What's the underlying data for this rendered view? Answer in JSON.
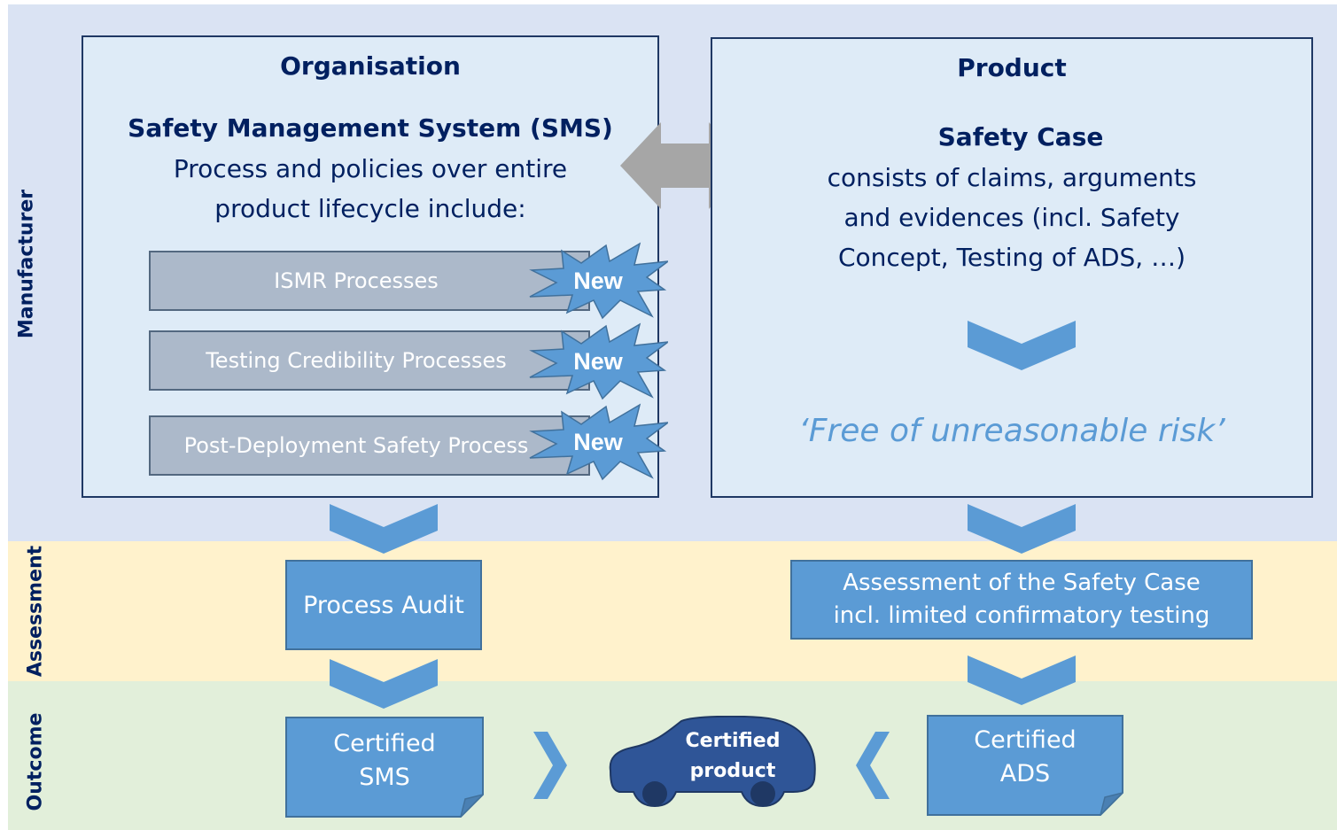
{
  "bands": {
    "manufacturer": "Manufacturer",
    "assessment": "Assessment",
    "outcome": "Outcome"
  },
  "organisation": {
    "title": "Organisation",
    "subtitle": "Safety Management System (SMS)",
    "line1": "Process and policies over entire",
    "line2": "product lifecycle include:",
    "processes": [
      {
        "label": "ISMR Processes",
        "badge": "New"
      },
      {
        "label": "Testing Credibility Processes",
        "badge": "New"
      },
      {
        "label": "Post-Deployment Safety Process",
        "badge": "New"
      }
    ]
  },
  "product": {
    "title": "Product",
    "subtitle": "Safety Case",
    "line1": "consists of claims, arguments",
    "line2": "and evidences (incl. Safety",
    "line3": "Concept, Testing of ADS, …)",
    "conclusion": "‘Free of unreasonable risk’"
  },
  "assessment": {
    "left": "Process Audit",
    "right_line1": "Assessment of the Safety Case",
    "right_line2": "incl. limited confirmatory testing"
  },
  "outcome": {
    "left_line1": "Certified",
    "left_line2": "SMS",
    "center_line1": "Certified",
    "center_line2": "product",
    "right_line1": "Certified",
    "right_line2": "ADS"
  },
  "colors": {
    "manufacturer_band": "#dae3f3",
    "assessment_band": "#fff2cc",
    "outcome_band": "#e2efda",
    "accent": "#5b9bd5",
    "navy": "#002060",
    "process_box": "#acb9ca",
    "car": "#2f5597",
    "double_arrow": "#a6a6a6"
  },
  "icons": {
    "double_arrow": "double-arrow-icon",
    "chevron": "chevron-down-icon",
    "burst": "starburst-icon",
    "car": "car-icon"
  }
}
